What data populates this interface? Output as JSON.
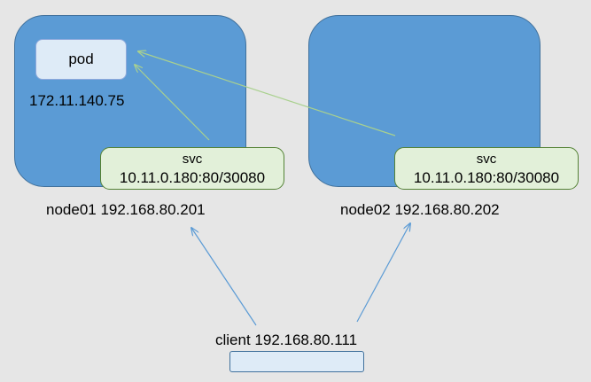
{
  "node01": {
    "pod_label": "pod",
    "pod_ip": "172.11.140.75",
    "svc_label": "svc",
    "svc_addr": "10.11.0.180:80/30080",
    "label": "node01 192.168.80.201"
  },
  "node02": {
    "svc_label": "svc",
    "svc_addr": "10.11.0.180:80/30080",
    "label": "node02 192.168.80.202"
  },
  "client": {
    "label": "client 192.168.80.111"
  },
  "colors": {
    "node_fill": "#5b9bd5",
    "pod_fill": "#deebf7",
    "svc_fill": "#e2f0d9",
    "svc_to_pod_arrow": "#a9d18e",
    "client_arrow": "#5b9bd5",
    "background": "#e6e6e6"
  }
}
